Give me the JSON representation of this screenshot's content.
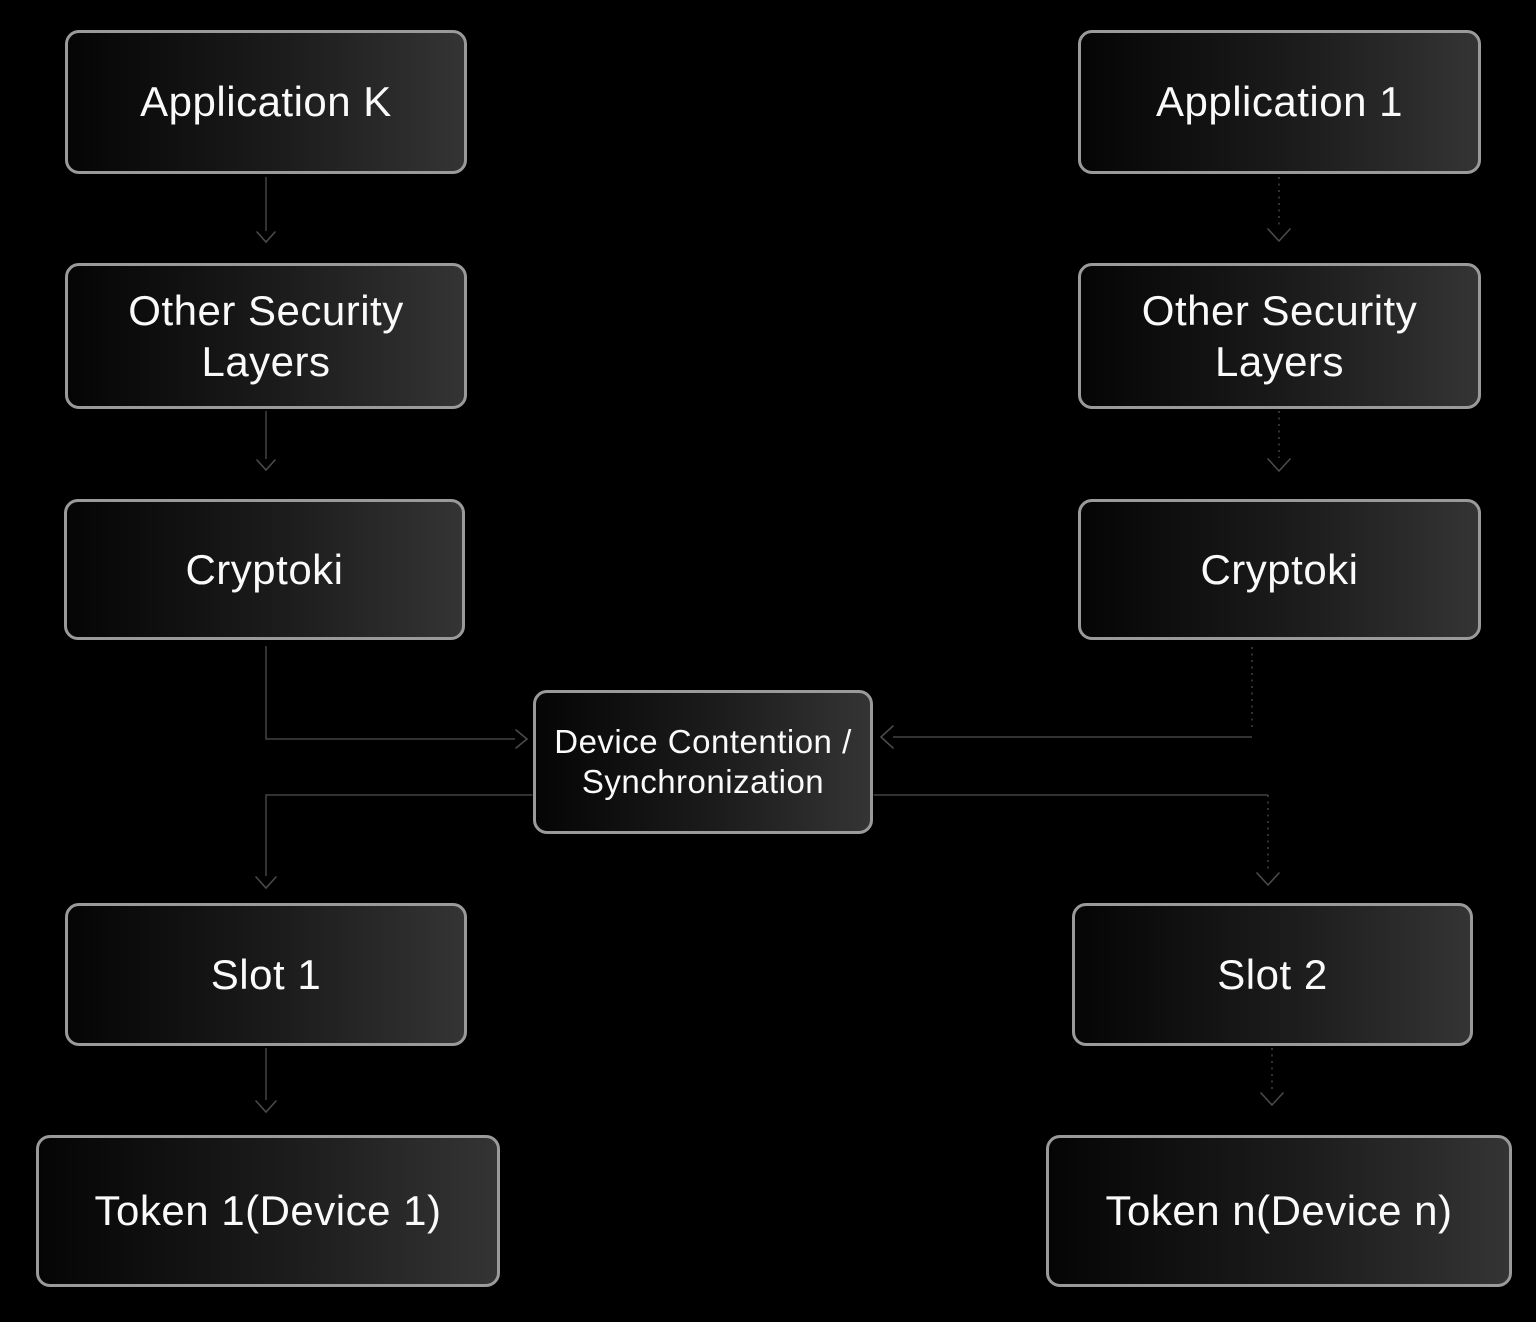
{
  "diagram": {
    "background_color": "#000000",
    "box_border_color": "#9a9a9a",
    "box_fill_gradient": [
      "#050505",
      "#343434"
    ],
    "box_text_color": "#fafafa",
    "connector_color": "#434343",
    "nodes": {
      "app_k": {
        "label": "Application K"
      },
      "osl_left": {
        "label": "Other Security Layers"
      },
      "cryptoki_left": {
        "label": "Cryptoki"
      },
      "slot_1": {
        "label": "Slot 1"
      },
      "token_1": {
        "label": "Token 1(Device 1)"
      },
      "app_1": {
        "label": "Application 1"
      },
      "osl_right": {
        "label": "Other Security Layers"
      },
      "cryptoki_right": {
        "label": "Cryptoki"
      },
      "slot_2": {
        "label": "Slot 2"
      },
      "token_n": {
        "label": "Token n(Device n)"
      },
      "device_contention": {
        "label": "Device Contention / Synchronization"
      }
    },
    "edges": [
      {
        "from": "app_k",
        "to": "osl_left",
        "style": "solid"
      },
      {
        "from": "osl_left",
        "to": "cryptoki_left",
        "style": "solid"
      },
      {
        "from": "cryptoki_left",
        "to": "device_contention",
        "style": "solid"
      },
      {
        "from": "device_contention",
        "to": "slot_1",
        "style": "solid"
      },
      {
        "from": "slot_1",
        "to": "token_1",
        "style": "solid"
      },
      {
        "from": "app_1",
        "to": "osl_right",
        "style": "dashed"
      },
      {
        "from": "osl_right",
        "to": "cryptoki_right",
        "style": "dashed"
      },
      {
        "from": "cryptoki_right",
        "to": "device_contention",
        "style": "dashed"
      },
      {
        "from": "device_contention",
        "to": "slot_2",
        "style": "dashed"
      },
      {
        "from": "slot_2",
        "to": "token_n",
        "style": "dashed"
      }
    ]
  }
}
